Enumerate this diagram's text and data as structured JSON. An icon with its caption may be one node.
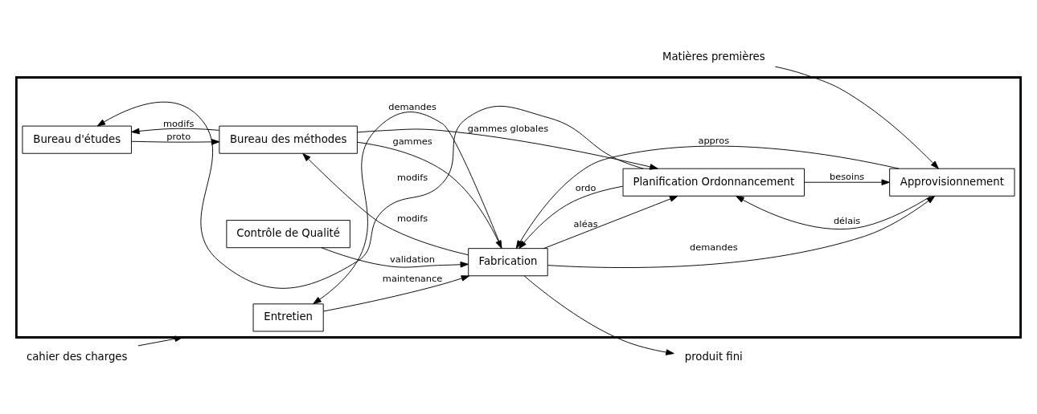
{
  "diagram": {
    "nodes": [
      {
        "text": [],
        "shape": "box"
      },
      {
        "text": [
          "Entretien"
        ],
        "in": 0
      },
      {
        "text": [
          "Contrôle de Qualité"
        ],
        "in": 0
      },
      {
        "text": [
          "Bureau d'études"
        ],
        "in": 0
      },
      {
        "text": [
          "Bureau des méthodes"
        ],
        "in": 0
      },
      {
        "text": [
          "Fabrication"
        ],
        "in": 0
      },
      {
        "text": [
          "Planification Ordonnancement"
        ],
        "in": 0
      },
      {
        "text": [
          "Approvisionnement"
        ],
        "in": 0
      },
      {
        "text": [
          "cahier des charges"
        ]
      },
      {
        "text": [
          "produit fini"
        ]
      },
      {
        "text": [
          "Matières premières"
        ]
      }
    ],
    "edges": [
      {
        "from": 8,
        "to": 0,
        "arrow": "to"
      },
      {
        "from": 3,
        "to": 4,
        "arrow": "to",
        "label": "proto"
      },
      {
        "from": 4,
        "to": 3,
        "arrow": "to",
        "label": "modifs"
      },
      {
        "from": 6,
        "to": 3,
        "arrow": "to",
        "label": "modifs"
      },
      {
        "from": 4,
        "to": 6,
        "arrow": "to",
        "label": "gammes globales"
      },
      {
        "from": 5,
        "to": 1,
        "arrow": "to",
        "label": "demandes"
      },
      {
        "from": 1,
        "to": 5,
        "arrow": "to",
        "label": "maintenance"
      },
      {
        "from": 2,
        "to": 5,
        "arrow": "to",
        "label": "validation"
      },
      {
        "from": 4,
        "to": 5,
        "arrow": "to",
        "label": "gammes"
      },
      {
        "from": 5,
        "to": 4,
        "arrow": "to",
        "label": "modifs"
      },
      {
        "from": 6,
        "to": 5,
        "arrow": "to",
        "label": "ordo"
      },
      {
        "from": 5,
        "to": 6,
        "arrow": "to",
        "label": "aléas"
      },
      {
        "from": 7,
        "to": 6,
        "arrow": "to",
        "label": "délais"
      },
      {
        "from": 6,
        "to": 7,
        "arrow": "to",
        "label": "besoins"
      },
      {
        "from": 7,
        "to": 5,
        "arrow": "to",
        "label": "appros"
      },
      {
        "from": 5,
        "to": 7,
        "arrow": "to",
        "label": "demandes"
      },
      {
        "from": 5,
        "to": 9,
        "arrow": "to"
      },
      {
        "from": 10,
        "to": 7,
        "arrow": "to"
      }
    ]
  }
}
